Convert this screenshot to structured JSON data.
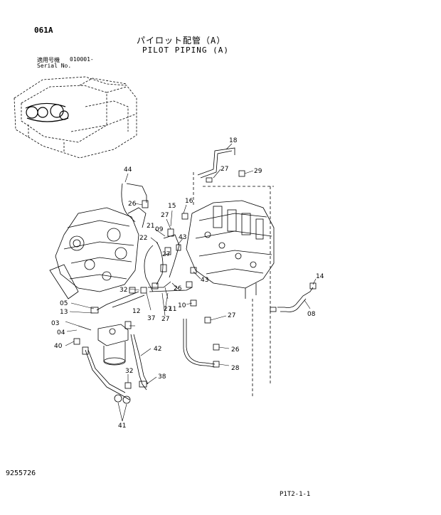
{
  "header": {
    "page_id": "061A",
    "title_jp": "パイロット配管（A）",
    "title_en": "PILOT PIPING (A)",
    "serial_label_jp": "適用号機",
    "serial_value": "010001-",
    "serial_label_en": "Serial No."
  },
  "footer": {
    "doc_number": "9255726",
    "page_code": "P1T2-1-1"
  },
  "part_callouts": [
    "18",
    "27",
    "29",
    "44",
    "16",
    "26",
    "15",
    "27",
    "21",
    "09",
    "43",
    "22",
    "27",
    "14",
    "32",
    "26",
    "43",
    "05",
    "11",
    "10",
    "13",
    "37",
    "27",
    "27",
    "08",
    "03",
    "12",
    "04",
    "40",
    "42",
    "26",
    "28",
    "32",
    "38",
    "41"
  ]
}
